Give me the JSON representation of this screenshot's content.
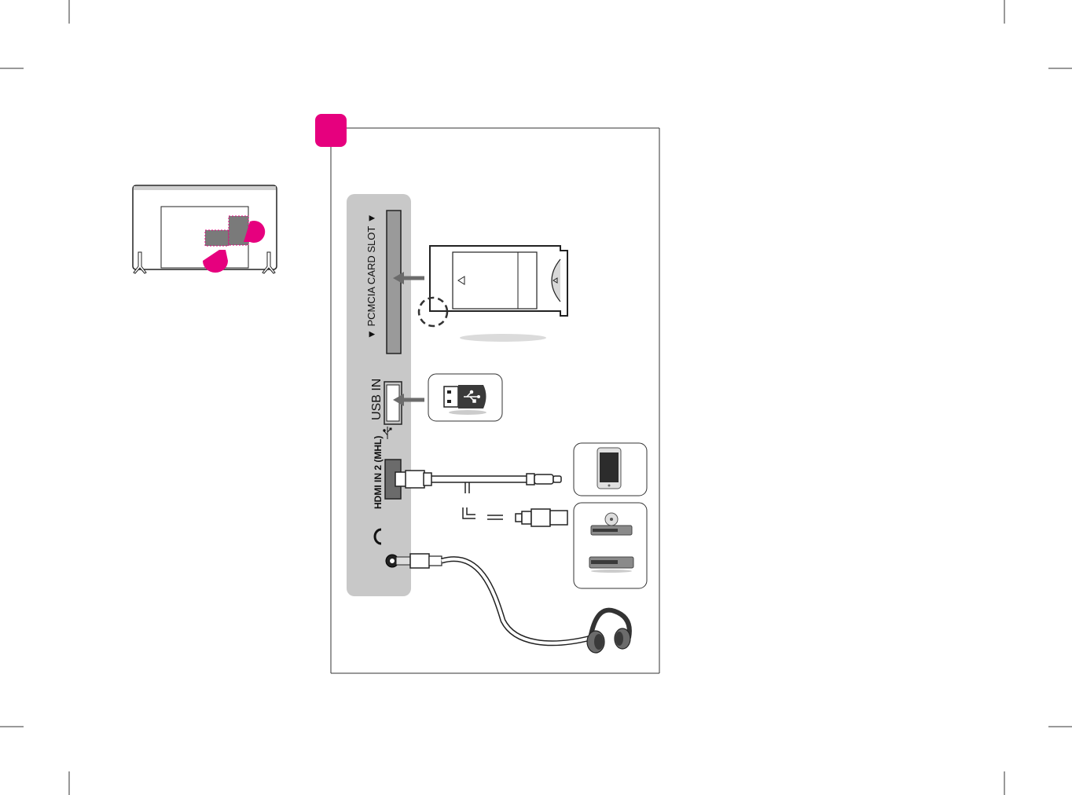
{
  "ports": {
    "pcmcia_label": "▼ PCMCIA CARD SLOT ▼",
    "usb_label": "USB IN",
    "hdmi_label": "HDMI IN 2 (MHL)"
  },
  "colors": {
    "accent": "#e6007e",
    "panel": "#c8c8c8",
    "line": "#222222"
  },
  "icons": {
    "headphone_port": "headphone-port-icon",
    "usb_symbol": "usb-symbol-icon"
  }
}
